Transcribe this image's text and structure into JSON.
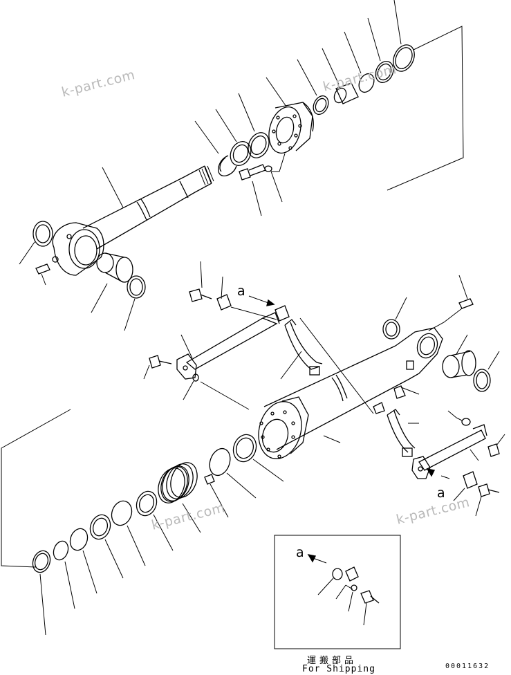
{
  "watermarks": [
    "k-part.com",
    "k-part.com",
    "k-part.com",
    "k-part.com"
  ],
  "view_labels": [
    "a",
    "a",
    "a"
  ],
  "shipping": {
    "label_jp": "運搬部品",
    "label_en": "For Shipping"
  },
  "drawing_code": "00011632"
}
